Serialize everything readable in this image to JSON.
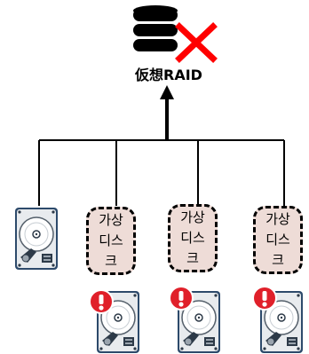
{
  "raid": {
    "label": "仮想RAID",
    "status": "failed"
  },
  "virtual_disks": [
    {
      "label": "가상\n디스\n크",
      "warning": true
    },
    {
      "label": "가상\n디스\n크",
      "warning": true
    },
    {
      "label": "가상\n디스\n크",
      "warning": true
    }
  ],
  "colors": {
    "cross": "#ff0000",
    "warning": "#e0202a",
    "vdisk_fill": "#eedcd7",
    "lines": "#000000"
  },
  "icons": {
    "raid": "database-icon",
    "failure": "cross-icon",
    "physical_disk": "hard-drive-icon",
    "warning": "exclamation-icon"
  }
}
